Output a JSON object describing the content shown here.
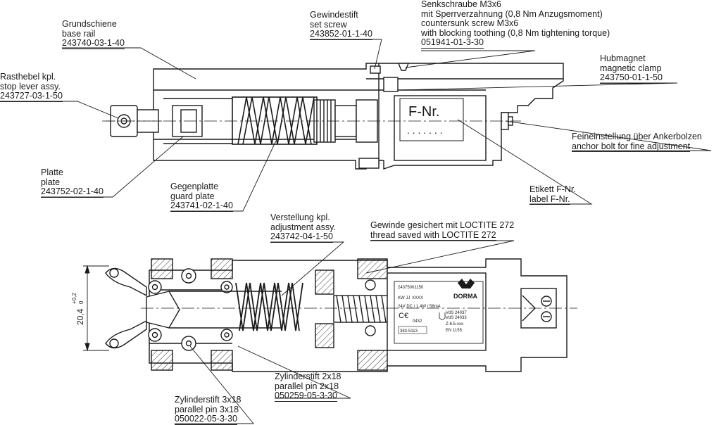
{
  "labels": {
    "base_rail": {
      "de": "Grundschiene",
      "en": "base rail",
      "pn": "243740-03-1-40"
    },
    "stop_lever": {
      "de": "Rasthebel kpl.",
      "en": "stop lever assy.",
      "pn": "243727-03-1-50"
    },
    "set_screw": {
      "de": "Gewindestift",
      "en": "set screw",
      "pn": "243852-01-1-40"
    },
    "countersunk_screw": {
      "l1": "Senkschraube M3x6",
      "l2": "mit Sperrverzahnung (0,8 Nm Anzugsmoment)",
      "l3": "countersunk screw M3x6",
      "l4": "with blocking toothing (0,8 Nm tightening torque)",
      "pn": "051941-01-3-30"
    },
    "magnetic_clamp": {
      "de": "Hubmagnet",
      "en": "magnetic clamp",
      "pn": "243750-01-1-50"
    },
    "fine_adjustment": {
      "de": "Feineinstellung über Ankerbolzen",
      "en": "anchor bolt for fine adjustment"
    },
    "plate": {
      "de": "Platte",
      "en": "plate",
      "pn": "243752-02-1-40"
    },
    "guard_plate": {
      "de": "Gegenplatte",
      "en": "guard plate",
      "pn": "243741-02-1-40"
    },
    "label_fnr": {
      "de": "Etikett F-Nr.",
      "en": "label F-Nr."
    },
    "adjustment": {
      "de": "Verstellung kpl.",
      "en": "adjustment assy.",
      "pn": "243742-04-1-50"
    },
    "loctite": {
      "de": "Gewinde gesichert mit LOCTITE 272",
      "en": "thread saved with LOCTITE 272"
    },
    "pin_2x18": {
      "de": "Zylinderstift 2x18",
      "en": "parallel pin 2x18",
      "pn": "050259-05-3-30"
    },
    "pin_3x18": {
      "de": "Zylinderstift 3x18",
      "en": "parallel pin 3x18",
      "pn": "050022-05-3-30"
    }
  },
  "fnr_plate": {
    "title": "F-Nr.",
    "dots": ". . . . . . ."
  },
  "dimension": {
    "value": "20,4",
    "tol_upper": "+0,2",
    "tol_lower": "0"
  },
  "magnet_label": {
    "serial": "24375001150",
    "kw": "KW JJ",
    "xxxx": "XXXX",
    "rating": "24V DC / 1,4W / 58mA",
    "ce_no": "0432",
    "vds1": "VdS 24037",
    "vds2": "VdS 24033",
    "z_code": "Z-6.5-xxx",
    "en": "EN 1155",
    "code": "383-5113",
    "brand": "DORMA"
  }
}
